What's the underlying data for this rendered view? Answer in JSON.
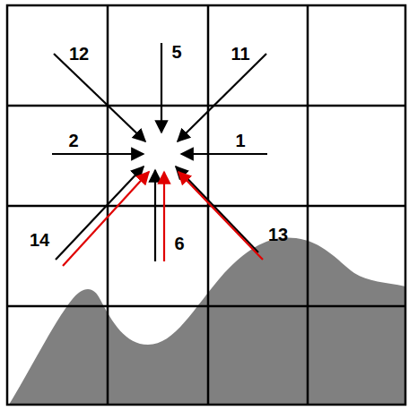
{
  "diagram": {
    "labels": [
      "12",
      "5",
      "11",
      "2",
      "1",
      "14",
      "6",
      "13"
    ]
  }
}
